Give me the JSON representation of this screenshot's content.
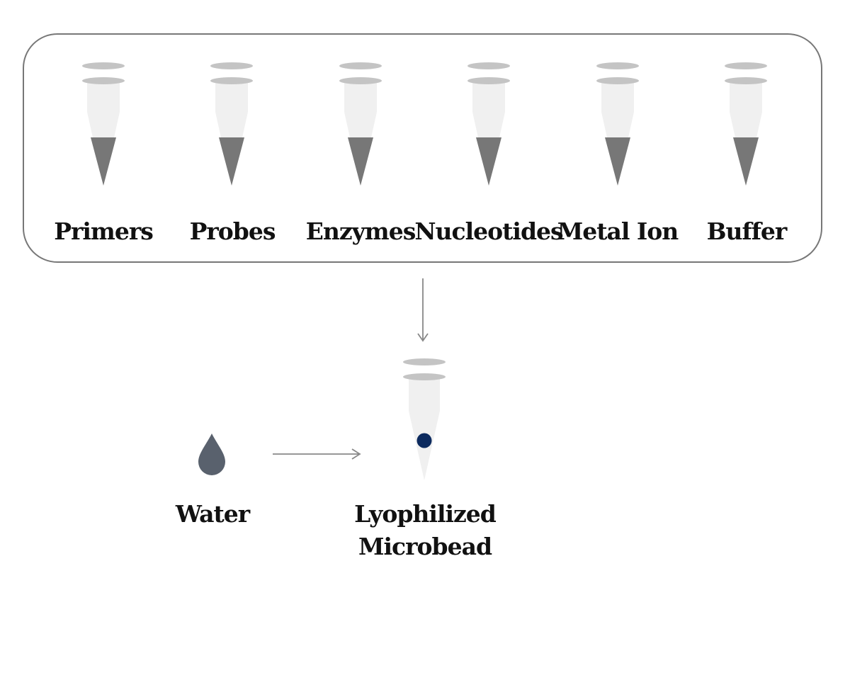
{
  "reagents": [
    {
      "label": "Primers"
    },
    {
      "label": "Probes"
    },
    {
      "label": "Enzymes"
    },
    {
      "label": "Nucleotides"
    },
    {
      "label": "Metal Ion"
    },
    {
      "label": "Buffer"
    }
  ],
  "water": {
    "label": "Water",
    "icon": "water-drop-icon"
  },
  "product": {
    "label_line1": "Lyophilized",
    "label_line2": "Microbead"
  },
  "colors": {
    "frame": "#777777",
    "arrow": "#888888",
    "tube_body": "#f0f0f0",
    "tube_cap": "#c4c4c4",
    "tube_fill": "#777777",
    "water": "#59616d",
    "bead": "#0c2a5e"
  }
}
